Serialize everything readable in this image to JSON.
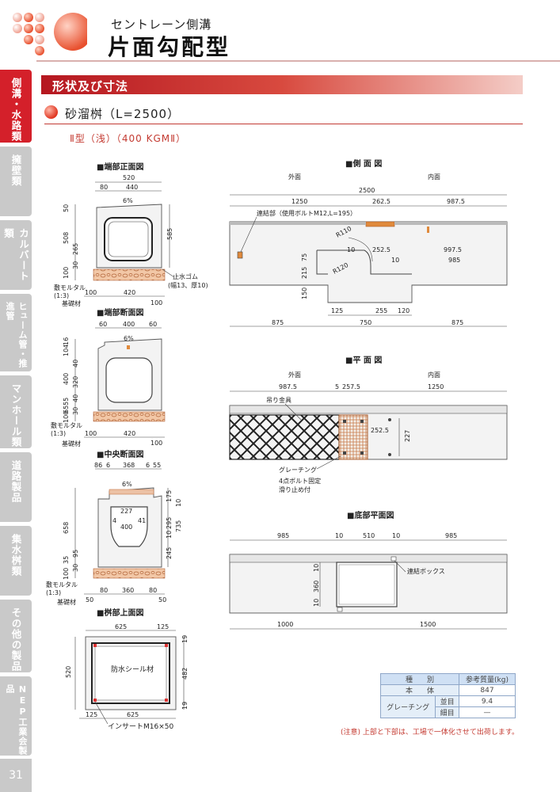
{
  "header": {
    "subtitle": "セントレーン側溝",
    "title": "片面勾配型"
  },
  "sidenav": {
    "items": [
      {
        "label": "側溝・水路類",
        "active": true
      },
      {
        "label": "擁壁類",
        "active": false
      },
      {
        "label": "カルバート類",
        "active": false
      },
      {
        "label": "ヒューム管・推進管",
        "active": false
      },
      {
        "label": "マンホール類",
        "active": false
      },
      {
        "label": "道路製品",
        "active": false
      },
      {
        "label": "集水桝類",
        "active": false
      },
      {
        "label": "その他の製品",
        "active": false
      },
      {
        "label": "NEP工業会製品",
        "active": false
      }
    ],
    "page_number": "31"
  },
  "section": {
    "title": "形状及び寸法",
    "subtitle": "砂溜桝（L=2500）",
    "type": "Ⅱ型（浅）（400 KGMⅡ）"
  },
  "drawings": {
    "end_front": {
      "title": "■端部正面図",
      "dims": {
        "w520": "520",
        "w80": "80",
        "w440": "440",
        "slope": "6%",
        "h50": "50",
        "h508": "508",
        "h265": "265",
        "h30": "30",
        "h100": "100",
        "h585": "585",
        "b100l": "100",
        "b420": "420",
        "b100r": "100"
      },
      "label_stop": "止水ゴム",
      "label_stop2": "(幅13、厚10)",
      "label_mortar": "敷モルタル",
      "label_mortar2": "(1:3)",
      "label_base": "基礎材"
    },
    "end_section": {
      "title": "■端部断面図",
      "dims": {
        "w60l": "60",
        "w400": "400",
        "w60r": "60",
        "slope": "6%",
        "h16": "16",
        "h104": "104",
        "h40a": "40",
        "h320": "320",
        "h400": "400",
        "h40b": "40",
        "h55": "55",
        "h65": "65",
        "h30": "30",
        "h100": "100",
        "b100l": "100",
        "b420": "420",
        "b100r": "100"
      },
      "label_mortar": "敷モルタル",
      "label_mortar2": "(1:3)",
      "label_base": "基礎材"
    },
    "center_section": {
      "title": "■中央断面図",
      "dims": {
        "d86": "86",
        "d6a": "6",
        "d368": "368",
        "d6b": "6",
        "d55": "55",
        "slope": "6%",
        "d175": "175",
        "d10a": "10",
        "d227": "227",
        "d4": "4",
        "d41": "41",
        "d400": "400",
        "d295": "295",
        "d735": "735",
        "d10b": "10",
        "d658": "658",
        "d245": "245",
        "d95": "95",
        "d35": "35",
        "d30": "30",
        "d100": "100",
        "b50l": "50",
        "b80": "80",
        "b360": "360",
        "b80r": "80",
        "b50r": "50"
      },
      "label_mortar": "敷モルタル",
      "label_mortar2": "(1:3)",
      "label_base": "基礎材"
    },
    "basin_top": {
      "title": "■桝部上面図",
      "dims": {
        "t625": "625",
        "t125": "125",
        "t19a": "19",
        "t520": "520",
        "t482": "482",
        "t19b": "19",
        "b125": "125",
        "b625": "625"
      },
      "label_seal": "防水シール材",
      "label_insert": "インサートM16×50"
    },
    "side": {
      "title": "■側 面 図",
      "outer": "外面",
      "inner": "内面",
      "dims": {
        "d2500": "2500",
        "d1250": "1250",
        "d262": "262.5",
        "d987": "987.5",
        "d252": "252.5",
        "d997": "997.5",
        "d10a": "10",
        "d10b": "10",
        "d985": "985",
        "d75": "75",
        "d215": "215",
        "d150": "150",
        "d875l": "875",
        "d125": "125",
        "d255": "255",
        "d120": "120",
        "d750": "750",
        "d875r": "875",
        "r110": "R110",
        "r120": "R120"
      },
      "label_bolt": "連結部（使用ボルトM12,L=195）"
    },
    "plan": {
      "title": "■平 面 図",
      "outer": "外面",
      "inner": "内面",
      "dims": {
        "d987": "987.5",
        "d5": "5",
        "d257": "257.5",
        "d1250": "1250",
        "d252": "252.5",
        "d227": "227"
      },
      "label_hook": "吊り金具",
      "label_grating": "グレーチング",
      "label_bolt4": "4点ボルト固定",
      "label_slip": "滑り止め付"
    },
    "bottom": {
      "title": "■底部平面図",
      "dims": {
        "d985l": "985",
        "d10a": "10",
        "d510": "510",
        "d10b": "10",
        "d985r": "985",
        "v10a": "10",
        "v360": "360",
        "v10b": "10",
        "d1000": "1000",
        "d1500": "1500"
      },
      "label_box": "連結ボックス"
    }
  },
  "weight_table": {
    "h_type": "種　　別",
    "h_weight": "参考質量(kg)",
    "row1_label": "本　　体",
    "row1_value": "847",
    "grating_label": "グレーチング",
    "row2_sub": "並目",
    "row2_value": "9.4",
    "row3_sub": "細目",
    "row3_value": "—"
  },
  "note": "(注意) 上部と下部は、工場で一体化させて出荷します。",
  "colors": {
    "accent_red": "#d4202a",
    "nav_gray": "#c9c9c9",
    "table_blue": "#cfe0f4"
  }
}
